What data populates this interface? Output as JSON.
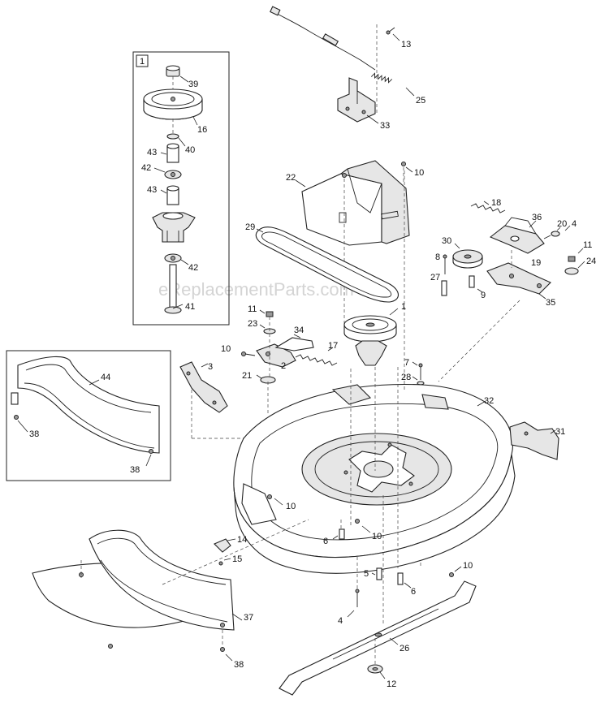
{
  "diagram": {
    "kind": "exploded parts diagram",
    "watermark": "eReplacementParts.com",
    "inset_label": "1",
    "callouts": {
      "c1": "1",
      "c2": "2",
      "c3": "3",
      "c4a": "4",
      "c4b": "4",
      "c5": "5",
      "c6a": "6",
      "c6b": "6",
      "c7": "7",
      "c8": "8",
      "c9": "9",
      "c10a": "10",
      "c10b": "10",
      "c10c": "10",
      "c10d": "10",
      "c10e": "10",
      "c11a": "11",
      "c11b": "11",
      "c12": "12",
      "c13": "13",
      "c14": "14",
      "c15": "15",
      "c16": "16",
      "c17": "17",
      "c18": "18",
      "c19": "19",
      "c20": "20",
      "c21": "21",
      "c22": "22",
      "c23": "23",
      "c24": "24",
      "c25": "25",
      "c26": "26",
      "c27": "27",
      "c28": "28",
      "c29": "29",
      "c30": "30",
      "c31": "31",
      "c32": "32",
      "c33": "33",
      "c34": "34",
      "c35": "35",
      "c36": "36",
      "c37": "37",
      "c38a": "38",
      "c38b": "38",
      "c38c": "38",
      "c39": "39",
      "c40": "40",
      "c41": "41",
      "c42a": "42",
      "c42b": "42",
      "c43a": "43",
      "c43b": "43",
      "c44": "44"
    }
  },
  "colors": {
    "line": "#222222",
    "fill": "#ffffff",
    "shade": "#e6e6e6",
    "watermark": "#d4d4d4"
  }
}
